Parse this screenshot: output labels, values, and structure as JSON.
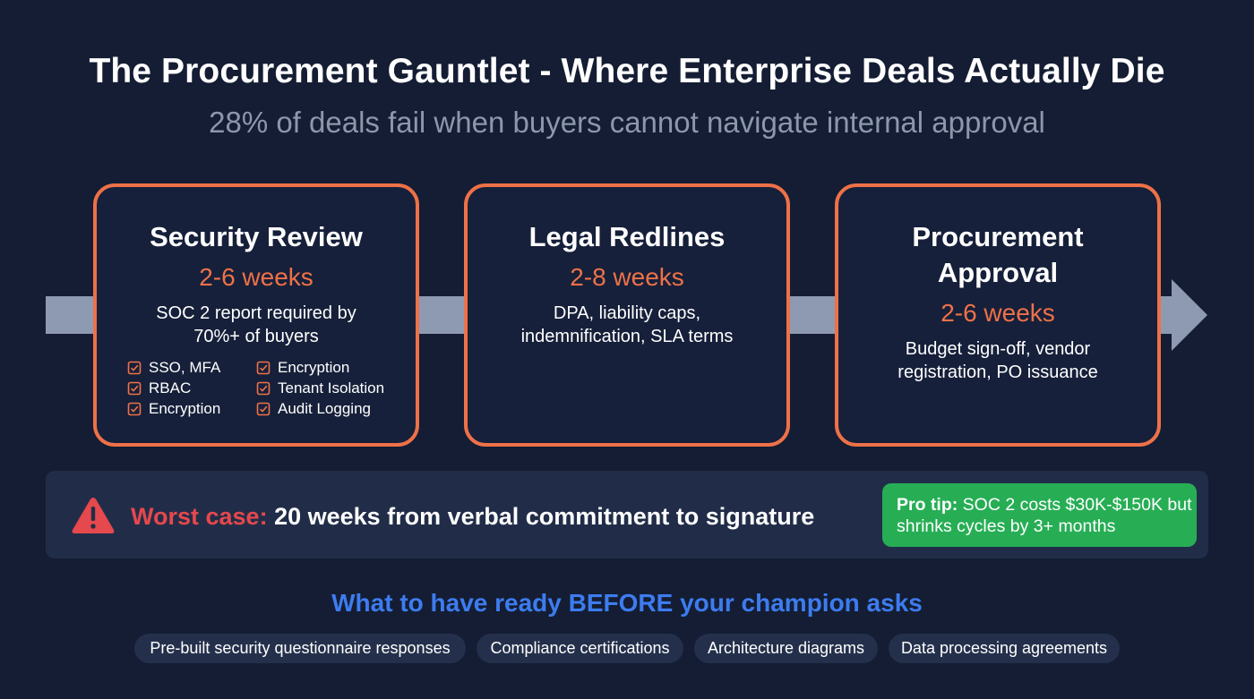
{
  "header": {
    "title": "The Procurement Gauntlet - Where Enterprise Deals Actually Die",
    "subtitle": "28% of deals fail when buyers cannot navigate internal approval"
  },
  "stages": [
    {
      "title": "Security Review",
      "duration": "2-6 weeks",
      "description": "SOC 2 report required by 70%+ of buyers",
      "checklist": [
        "SSO, MFA",
        "Encryption",
        "RBAC",
        "Tenant Isolation",
        "Encryption",
        "Audit Logging"
      ]
    },
    {
      "title": "Legal Redlines",
      "duration": "2-8 weeks",
      "description": "DPA, liability caps, indemnification, SLA terms"
    },
    {
      "title": "Procurement Approval",
      "duration": "2-6 weeks",
      "description": "Budget sign-off, vendor registration, PO issuance"
    }
  ],
  "banner": {
    "icon": "warning-triangle-icon",
    "worst_label": "Worst case:",
    "worst_text": " 20 weeks from verbal commitment to signature",
    "tip_label": "Pro tip:",
    "tip_text": " SOC 2 costs $30K-$150K but shrinks cycles by 3+ months"
  },
  "ready": {
    "heading": "What to have ready BEFORE your champion asks",
    "items": [
      "Pre-built security questionnaire responses",
      "Compliance certifications",
      "Architecture diagrams",
      "Data processing agreements"
    ]
  },
  "colors": {
    "background": "#141d33",
    "accent_orange": "#ee7148",
    "arrow": "#8e9ab2",
    "warning_red": "#e5484d",
    "tip_green": "#27ae55",
    "heading_blue": "#3d7cf0"
  }
}
